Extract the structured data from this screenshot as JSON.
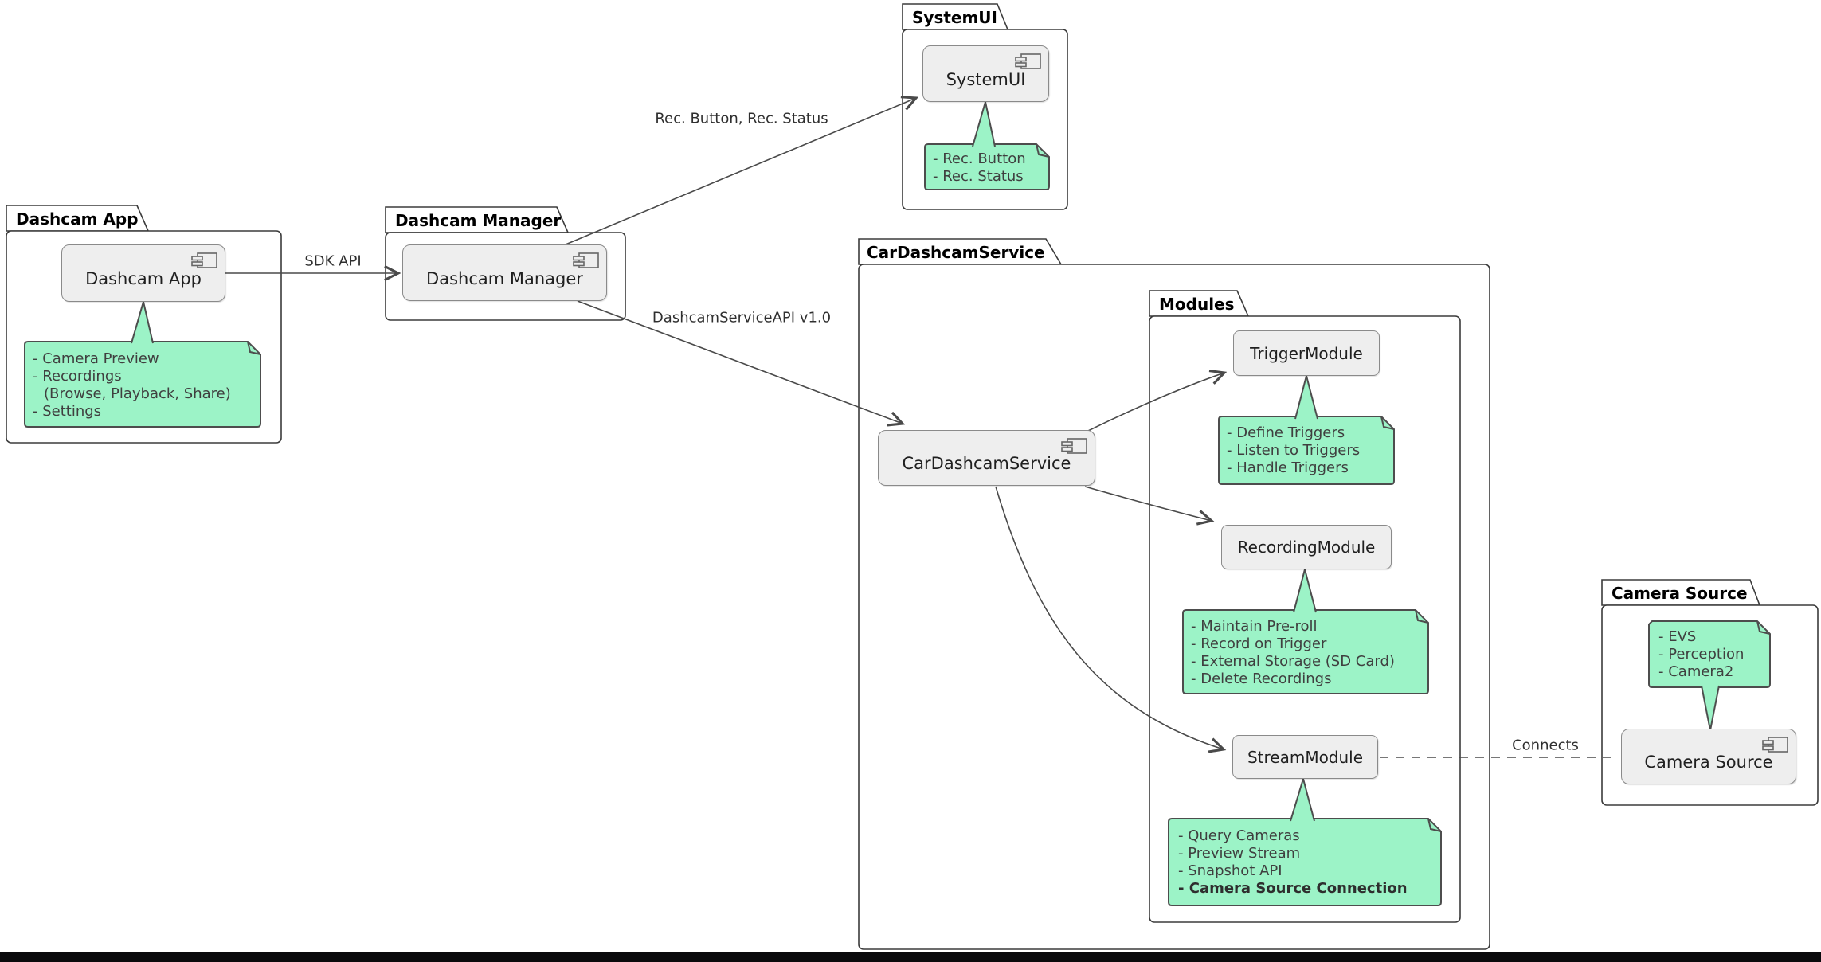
{
  "packages": {
    "dashcam_app": {
      "title": "Dashcam App"
    },
    "dashcam_manager": {
      "title": "Dashcam Manager"
    },
    "systemui": {
      "title": "SystemUI"
    },
    "car_dashcam_service": {
      "title": "CarDashcamService"
    },
    "modules": {
      "title": "Modules"
    },
    "camera_source": {
      "title": "Camera Source"
    }
  },
  "components": {
    "dashcam_app": {
      "label": "Dashcam App"
    },
    "dashcam_manager": {
      "label": "Dashcam Manager"
    },
    "systemui": {
      "label": "SystemUI"
    },
    "car_dashcam_service": {
      "label": "CarDashcamService"
    },
    "trigger_module": {
      "label": "TriggerModule"
    },
    "recording_module": {
      "label": "RecordingModule"
    },
    "stream_module": {
      "label": "StreamModule"
    },
    "camera_source": {
      "label": "Camera Source"
    }
  },
  "notes": {
    "dashcam_app": {
      "lines": [
        "- Camera Preview",
        "- Recordings",
        "(Browse, Playback, Share)",
        "- Settings"
      ]
    },
    "systemui": {
      "lines": [
        "- Rec. Button",
        "- Rec. Status"
      ]
    },
    "trigger_module": {
      "lines": [
        "- Define Triggers",
        "- Listen to Triggers",
        "- Handle Triggers"
      ]
    },
    "recording_module": {
      "lines": [
        "- Maintain Pre-roll",
        "- Record on Trigger",
        "- External Storage (SD Card)",
        "- Delete Recordings"
      ]
    },
    "stream_module": {
      "lines": [
        "- Query Cameras",
        "- Preview Stream",
        "- Snapshot API",
        "- Camera Source Connection"
      ]
    },
    "camera_source": {
      "lines": [
        "- EVS",
        "- Perception",
        "- Camera2"
      ]
    }
  },
  "edges": {
    "sdk_api": {
      "label": "SDK API"
    },
    "rec_button_status": {
      "label": "Rec. Button, Rec. Status"
    },
    "dashcam_service_api": {
      "label": "DashcamServiceAPI v1.0"
    },
    "connects": {
      "label": "Connects"
    }
  },
  "colors": {
    "note_fill": "#9CF3C7",
    "note_border": "#4D4D4D",
    "note_text": "#3F3F3F",
    "component_fill": "#EEEEEE",
    "component_border": "#8A8A8A",
    "package_border": "#3B3B3B",
    "edge_stroke": "#4A4A4A",
    "background": "#FFFFFF",
    "bottom_bar": "#0A0A0C"
  }
}
